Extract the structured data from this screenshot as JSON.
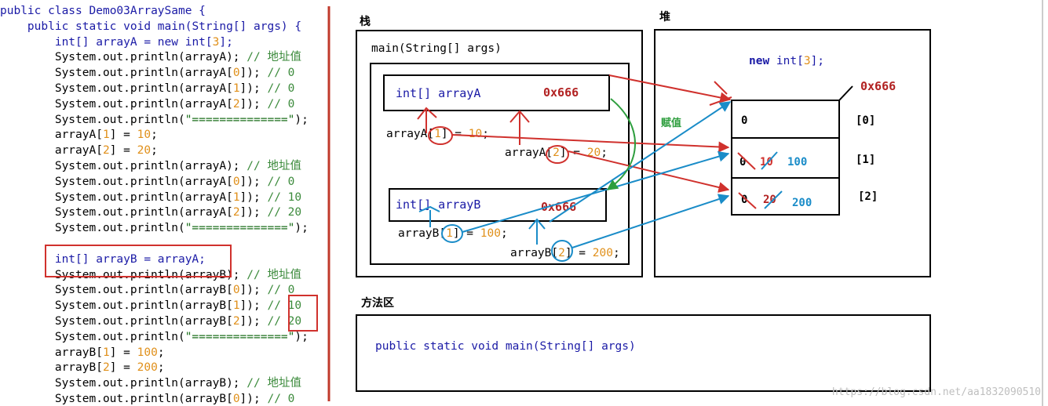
{
  "code": {
    "lines": [
      {
        "parts": [
          {
            "t": "public class ",
            "c": "kw"
          },
          {
            "t": "Demo03ArraySame {",
            "c": "kw"
          }
        ]
      },
      {
        "parts": [
          {
            "t": "    public static void ",
            "c": "kw"
          },
          {
            "t": "main(String[] args) {",
            "c": "kw"
          }
        ]
      },
      {
        "parts": [
          {
            "t": "        int[] arrayA = ",
            "c": "kw"
          },
          {
            "t": "new ",
            "c": "kw"
          },
          {
            "t": "int[",
            "c": "kw"
          },
          {
            "t": "3",
            "c": "num"
          },
          {
            "t": "];",
            "c": "kw"
          }
        ]
      },
      {
        "parts": [
          {
            "t": "        System.out.println(arrayA); ",
            "c": ""
          },
          {
            "t": "// 地址值",
            "c": "cm"
          }
        ]
      },
      {
        "parts": [
          {
            "t": "        System.out.println(arrayA[",
            "c": ""
          },
          {
            "t": "0",
            "c": "num"
          },
          {
            "t": "]); ",
            "c": ""
          },
          {
            "t": "// 0",
            "c": "cm"
          }
        ]
      },
      {
        "parts": [
          {
            "t": "        System.out.println(arrayA[",
            "c": ""
          },
          {
            "t": "1",
            "c": "num"
          },
          {
            "t": "]); ",
            "c": ""
          },
          {
            "t": "// 0",
            "c": "cm"
          }
        ]
      },
      {
        "parts": [
          {
            "t": "        System.out.println(arrayA[",
            "c": ""
          },
          {
            "t": "2",
            "c": "num"
          },
          {
            "t": "]); ",
            "c": ""
          },
          {
            "t": "// 0",
            "c": "cm"
          }
        ]
      },
      {
        "parts": [
          {
            "t": "        System.out.println(",
            "c": ""
          },
          {
            "t": "\"==============\"",
            "c": "str"
          },
          {
            "t": ");",
            "c": ""
          }
        ]
      },
      {
        "parts": [
          {
            "t": "        arrayA[",
            "c": ""
          },
          {
            "t": "1",
            "c": "num"
          },
          {
            "t": "] = ",
            "c": ""
          },
          {
            "t": "10",
            "c": "num"
          },
          {
            "t": ";",
            "c": ""
          }
        ]
      },
      {
        "parts": [
          {
            "t": "        arrayA[",
            "c": ""
          },
          {
            "t": "2",
            "c": "num"
          },
          {
            "t": "] = ",
            "c": ""
          },
          {
            "t": "20",
            "c": "num"
          },
          {
            "t": ";",
            "c": ""
          }
        ]
      },
      {
        "parts": [
          {
            "t": "        System.out.println(arrayA); ",
            "c": ""
          },
          {
            "t": "// 地址值",
            "c": "cm"
          }
        ]
      },
      {
        "parts": [
          {
            "t": "        System.out.println(arrayA[",
            "c": ""
          },
          {
            "t": "0",
            "c": "num"
          },
          {
            "t": "]); ",
            "c": ""
          },
          {
            "t": "// 0",
            "c": "cm"
          }
        ]
      },
      {
        "parts": [
          {
            "t": "        System.out.println(arrayA[",
            "c": ""
          },
          {
            "t": "1",
            "c": "num"
          },
          {
            "t": "]); ",
            "c": ""
          },
          {
            "t": "// 10",
            "c": "cm"
          }
        ]
      },
      {
        "parts": [
          {
            "t": "        System.out.println(arrayA[",
            "c": ""
          },
          {
            "t": "2",
            "c": "num"
          },
          {
            "t": "]); ",
            "c": ""
          },
          {
            "t": "// 20",
            "c": "cm"
          }
        ]
      },
      {
        "parts": [
          {
            "t": "        System.out.println(",
            "c": ""
          },
          {
            "t": "\"==============\"",
            "c": "str"
          },
          {
            "t": ");",
            "c": ""
          }
        ]
      },
      {
        "parts": []
      },
      {
        "parts": [
          {
            "t": "        int[] arrayB = arrayA;",
            "c": "kw"
          }
        ]
      },
      {
        "parts": [
          {
            "t": "        System.out.println(arrayB); ",
            "c": ""
          },
          {
            "t": "// 地址值",
            "c": "cm"
          }
        ]
      },
      {
        "parts": [
          {
            "t": "        System.out.println(arrayB[",
            "c": ""
          },
          {
            "t": "0",
            "c": "num"
          },
          {
            "t": "]); ",
            "c": ""
          },
          {
            "t": "// 0",
            "c": "cm"
          }
        ]
      },
      {
        "parts": [
          {
            "t": "        System.out.println(arrayB[",
            "c": ""
          },
          {
            "t": "1",
            "c": "num"
          },
          {
            "t": "]); ",
            "c": ""
          },
          {
            "t": "// 10",
            "c": "cm"
          }
        ]
      },
      {
        "parts": [
          {
            "t": "        System.out.println(arrayB[",
            "c": ""
          },
          {
            "t": "2",
            "c": "num"
          },
          {
            "t": "]); ",
            "c": ""
          },
          {
            "t": "// 20",
            "c": "cm"
          }
        ]
      },
      {
        "parts": [
          {
            "t": "        System.out.println(",
            "c": ""
          },
          {
            "t": "\"==============\"",
            "c": "str"
          },
          {
            "t": ");",
            "c": ""
          }
        ]
      },
      {
        "parts": [
          {
            "t": "        arrayB[",
            "c": ""
          },
          {
            "t": "1",
            "c": "num"
          },
          {
            "t": "] = ",
            "c": ""
          },
          {
            "t": "100",
            "c": "num"
          },
          {
            "t": ";",
            "c": ""
          }
        ]
      },
      {
        "parts": [
          {
            "t": "        arrayB[",
            "c": ""
          },
          {
            "t": "2",
            "c": "num"
          },
          {
            "t": "] = ",
            "c": ""
          },
          {
            "t": "200",
            "c": "num"
          },
          {
            "t": ";",
            "c": ""
          }
        ]
      },
      {
        "parts": [
          {
            "t": "        System.out.println(arrayB); ",
            "c": ""
          },
          {
            "t": "// 地址值",
            "c": "cm"
          }
        ]
      },
      {
        "parts": [
          {
            "t": "        System.out.println(arrayB[",
            "c": ""
          },
          {
            "t": "0",
            "c": "num"
          },
          {
            "t": "]); ",
            "c": ""
          },
          {
            "t": "// 0",
            "c": "cm"
          }
        ]
      }
    ]
  },
  "stack": {
    "title": "栈",
    "frame": "main(String[] args)",
    "varA": "int[] arrayA",
    "addrA": "0x666",
    "assignA1": {
      "pre": "arrayA[",
      "idx": "1",
      "post": "] = ",
      "val": "10",
      ";": ";"
    },
    "assignA2": {
      "pre": "arrayA[",
      "idx": "2",
      "post": "] = ",
      "val": "20",
      "end": ";"
    },
    "varB": "int[] arrayB",
    "addrB": "0x666",
    "assignB1": {
      "pre": "arrayB[",
      "idx": "1",
      "post": "] = ",
      "val": "100",
      "end": ";"
    },
    "assignB2": {
      "pre": "arrayB[",
      "idx": "2",
      "post": "] = ",
      "val": "200",
      "end": ";"
    }
  },
  "heap": {
    "title": "堆",
    "newExpr": {
      "kw": "new ",
      "type": "int[",
      "size": "3",
      "end": "];"
    },
    "addr": "0x666",
    "assignLabel": "赋值",
    "cells": [
      {
        "index": "[0]",
        "values": [
          "0"
        ]
      },
      {
        "index": "[1]",
        "values": [
          "0",
          "10",
          "100"
        ]
      },
      {
        "index": "[2]",
        "values": [
          "0",
          "20",
          "200"
        ]
      }
    ]
  },
  "method": {
    "title": "方法区",
    "signature": "public static void main(String[] args)"
  },
  "watermark": "https://blog.csdn.net/aa1832090510",
  "colors": {
    "red": "#d0312d",
    "blue": "#1a8cc8",
    "green": "#2e9e3e",
    "darkred": "#b22222"
  }
}
